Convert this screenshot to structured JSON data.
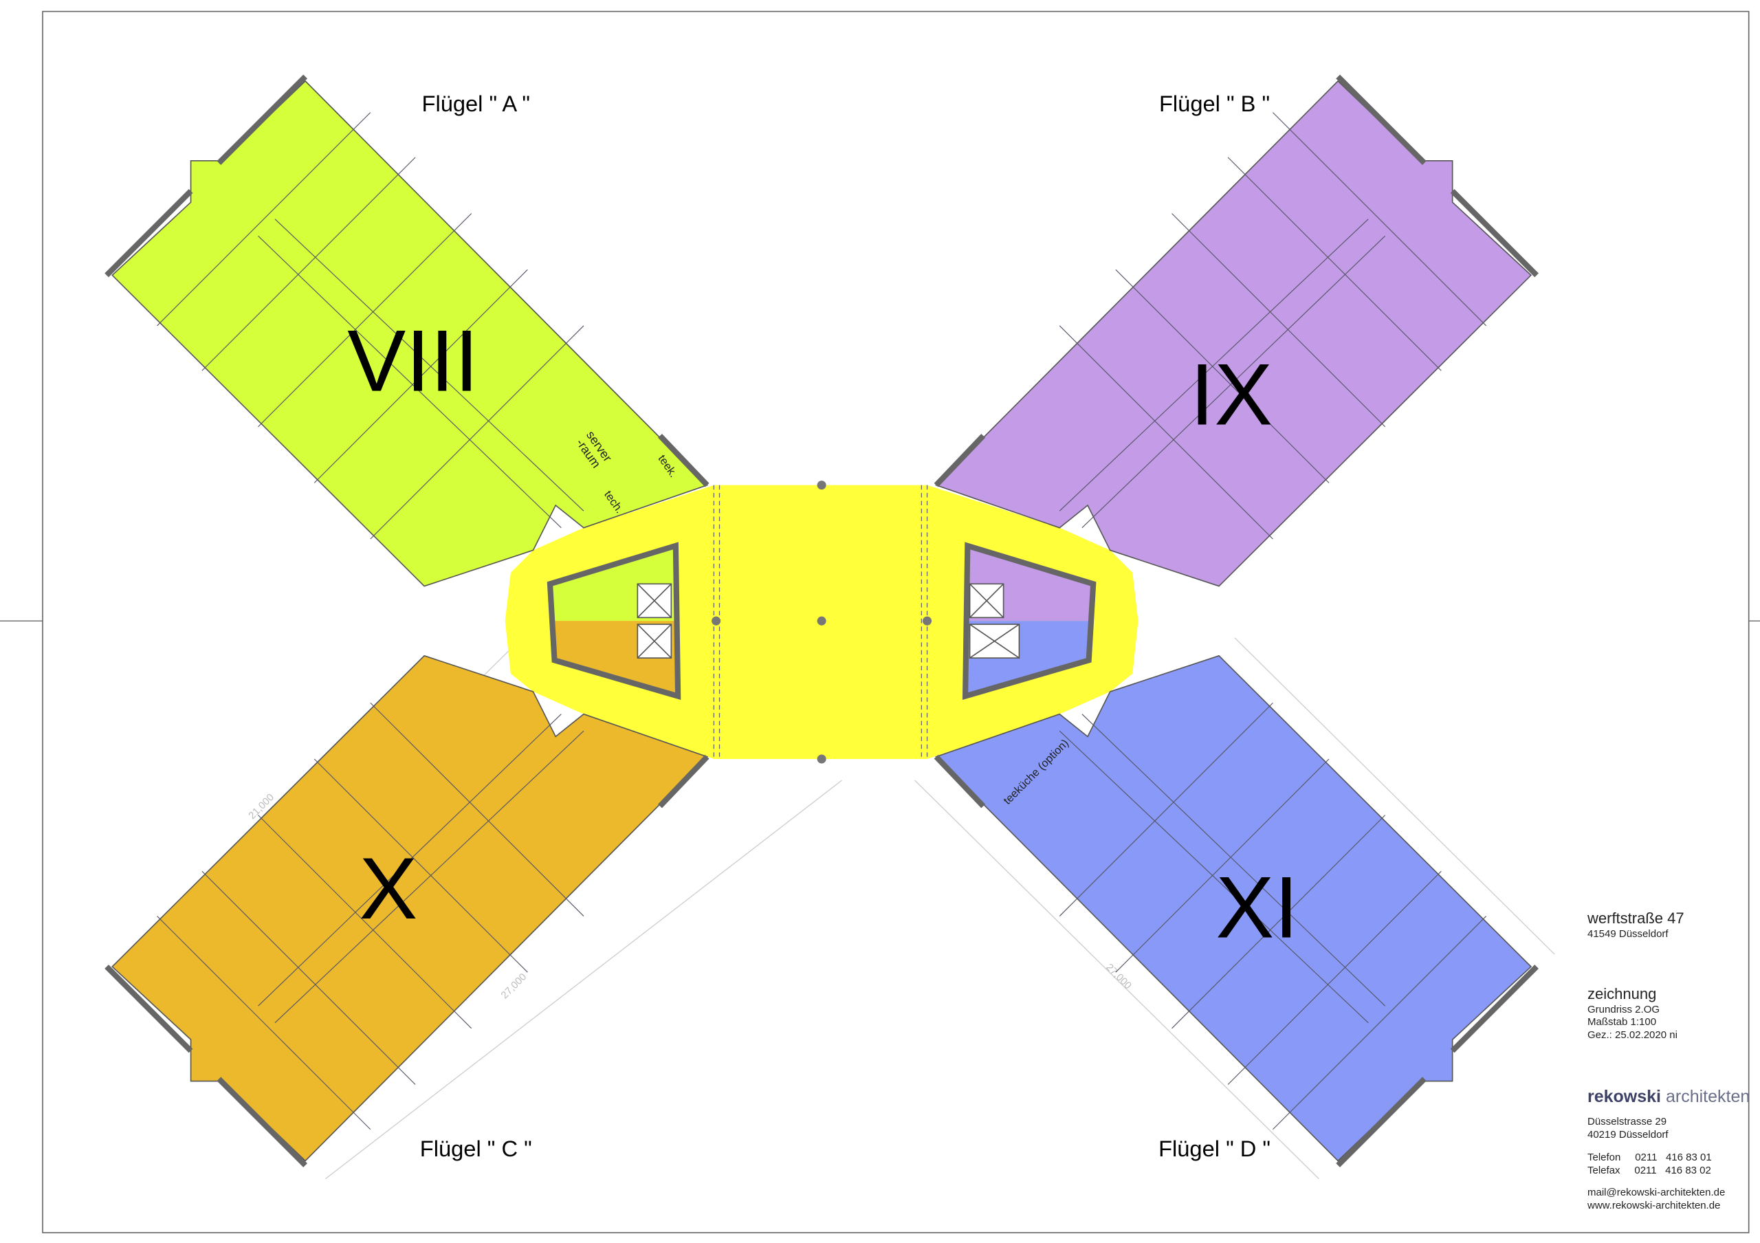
{
  "wings": [
    {
      "label": "Flügel \" A \"",
      "unit": "VIII",
      "color": "#d4ff3a"
    },
    {
      "label": "Flügel \" B \"",
      "unit": "IX",
      "color": "#c49be6"
    },
    {
      "label": "Flügel \" C \"",
      "unit": "X",
      "color": "#ecb92c"
    },
    {
      "label": "Flügel \" D \"",
      "unit": "XI",
      "color": "#8899f8"
    }
  ],
  "center_color": "#ffff3a",
  "room_labels": {
    "server": "server",
    "server2": "-raum",
    "tech": "tech.",
    "teek": "teek.",
    "teekueche": "teeküche (option)"
  },
  "dimensions": {
    "short": "21,000",
    "long": "27,000"
  },
  "title_block": {
    "project": "werftstraße  47",
    "project_city": "41549  Düsseldorf",
    "drawing_heading": "zeichnung",
    "drawing_name": "Grundriss 2.OG",
    "scale": "Maßstab  1:100",
    "drawn": "Gez.: 25.02.2020 ni",
    "firm_bold": "rekowski",
    "firm_light": "architekten",
    "street": "Düsselstrasse 29",
    "city": "40219 Düsseldorf",
    "phone": "Telefon     0211   416 83 01",
    "fax": "Telefax     0211   416 83 02",
    "email": "mail@rekowski-architekten.de",
    "web": "www.rekowski-architekten.de"
  }
}
